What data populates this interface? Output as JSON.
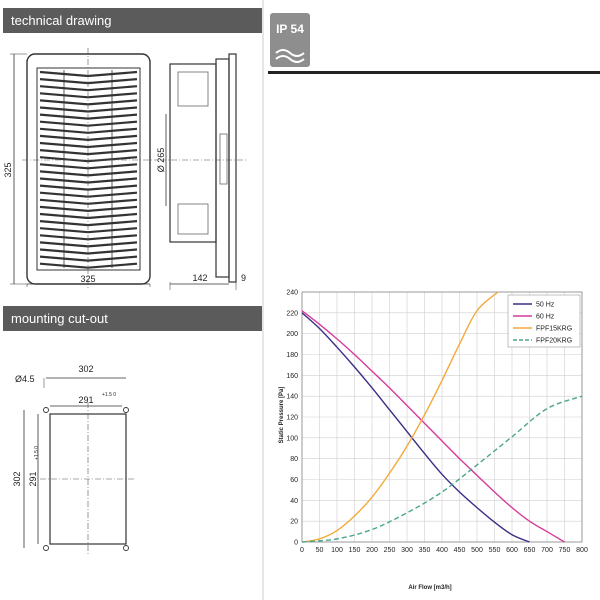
{
  "sections": {
    "technical_drawing": "technical drawing",
    "mounting_cutout": "mounting cut-out"
  },
  "badge": {
    "label": "IP 54"
  },
  "drawing": {
    "dim_height": "325",
    "dim_width": "325",
    "dim_diameter": "Ø 265",
    "dim_depth": "142",
    "dim_lip": "9"
  },
  "cutout": {
    "dim_hole": "Ø4.5",
    "dim_outer_w": "302",
    "dim_inner_w": "291",
    "dim_inner_w_tol": "+1.5\n 0",
    "dim_outer_h": "302",
    "dim_inner_h": "291",
    "dim_inner_h_tol": "+1.5\n 0"
  },
  "chart_data": {
    "type": "line",
    "xlabel": "Air Flow [m3/h]",
    "ylabel": "Static Pressure [Pa]",
    "xlim": [
      0,
      800
    ],
    "ylim": [
      0,
      240
    ],
    "xticks": [
      0,
      50,
      100,
      150,
      200,
      250,
      300,
      350,
      400,
      450,
      500,
      550,
      600,
      650,
      700,
      750,
      800
    ],
    "yticks": [
      0,
      20,
      40,
      60,
      80,
      100,
      120,
      140,
      160,
      180,
      200,
      220,
      240
    ],
    "grid": true,
    "legend_position": "top-right",
    "series": [
      {
        "name": "50 Hz",
        "color": "#3a2d86",
        "dash": "solid",
        "x": [
          0,
          50,
          100,
          150,
          200,
          250,
          300,
          350,
          400,
          450,
          500,
          550,
          600,
          650
        ],
        "y": [
          220,
          205,
          187,
          168,
          148,
          127,
          106,
          85,
          65,
          48,
          33,
          19,
          7,
          0
        ]
      },
      {
        "name": "60 Hz",
        "color": "#d63c9a",
        "dash": "solid",
        "x": [
          0,
          50,
          100,
          150,
          200,
          250,
          300,
          350,
          400,
          450,
          500,
          550,
          600,
          650,
          700,
          750
        ],
        "y": [
          222,
          209,
          195,
          180,
          164,
          148,
          131,
          114,
          97,
          80,
          64,
          48,
          33,
          20,
          10,
          0
        ]
      },
      {
        "name": "FPF15KRG",
        "color": "#f3a93b",
        "dash": "solid",
        "x": [
          0,
          50,
          100,
          150,
          200,
          250,
          300,
          350,
          400,
          450,
          500,
          560
        ],
        "y": [
          0,
          3,
          11,
          25,
          43,
          66,
          92,
          122,
          155,
          190,
          222,
          240
        ]
      },
      {
        "name": "FPF20KRG",
        "color": "#4aa68b",
        "dash": "dashed",
        "x": [
          0,
          100,
          200,
          300,
          400,
          500,
          600,
          700,
          800
        ],
        "y": [
          0,
          3,
          12,
          28,
          48,
          74,
          101,
          128,
          140
        ]
      }
    ]
  }
}
